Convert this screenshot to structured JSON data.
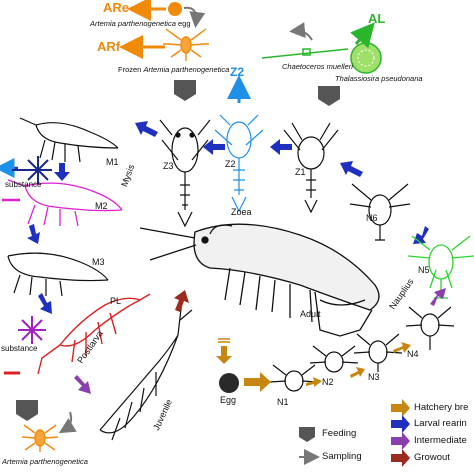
{
  "colors": {
    "hatchery": "#c7860f",
    "larval": "#1f2fbf",
    "intermediate": "#8a3fb0",
    "growout": "#9c2a1f",
    "sampling": "#777777",
    "orange": "#f08a0a",
    "green": "#2bb52b",
    "blue": "#1e90e8",
    "magenta": "#e020d0",
    "red": "#e02020",
    "navy": "#1a2a8a"
  },
  "top_left": {
    "are": "ARe",
    "egg_species": "Artemia parthenogenetica",
    "egg_suffix": "egg",
    "arf": "ARf",
    "frozen_prefix": "Frozen",
    "frozen_species": "Artemia parthenogenetica"
  },
  "top_right": {
    "al": "AL",
    "chaetoceros": "Chaetoceros muelleri",
    "thalassiosira": "Thalassiosira pseudonana"
  },
  "stages": {
    "z2_top": "Z2",
    "m1": "M1",
    "m2": "M2",
    "m3": "M3",
    "mysis": "Mysis",
    "z3": "Z3",
    "z2": "Z2",
    "zoea": "Zoea",
    "z1": "Z1",
    "n6": "N6",
    "n5": "N5",
    "n4": "N4",
    "n3": "N3",
    "n2": "N2",
    "n1": "N1",
    "nauplius": "Nauplius",
    "pl": "PL",
    "postlarva": "Postlarva",
    "juvenile": "Juvenile",
    "adult": "Adult",
    "egg": "Egg"
  },
  "side": {
    "substance_1": "substance",
    "substance_2": "substance",
    "artemia_bottom": "Artemia parthenogenetica"
  },
  "legend": {
    "feeding": "Feeding",
    "sampling": "Sampling",
    "hatchery": "Hatchery bre",
    "larval": "Larval rearin",
    "intermediate": "Intermediate",
    "growout": "Growout"
  }
}
